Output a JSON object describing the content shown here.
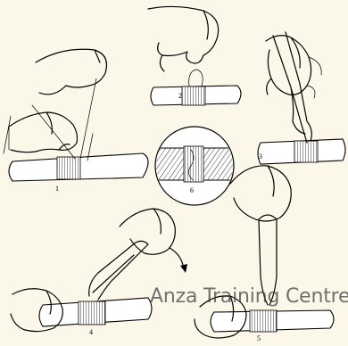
{
  "figure": {
    "panels": [
      {
        "id": "1",
        "label": "1"
      },
      {
        "id": "2",
        "label": "2"
      },
      {
        "id": "3",
        "label": "3"
      },
      {
        "id": "4",
        "label": "4"
      },
      {
        "id": "5",
        "label": "5"
      },
      {
        "id": "6",
        "label": "6"
      }
    ]
  },
  "watermark": {
    "text": "Anza Training Centre"
  }
}
